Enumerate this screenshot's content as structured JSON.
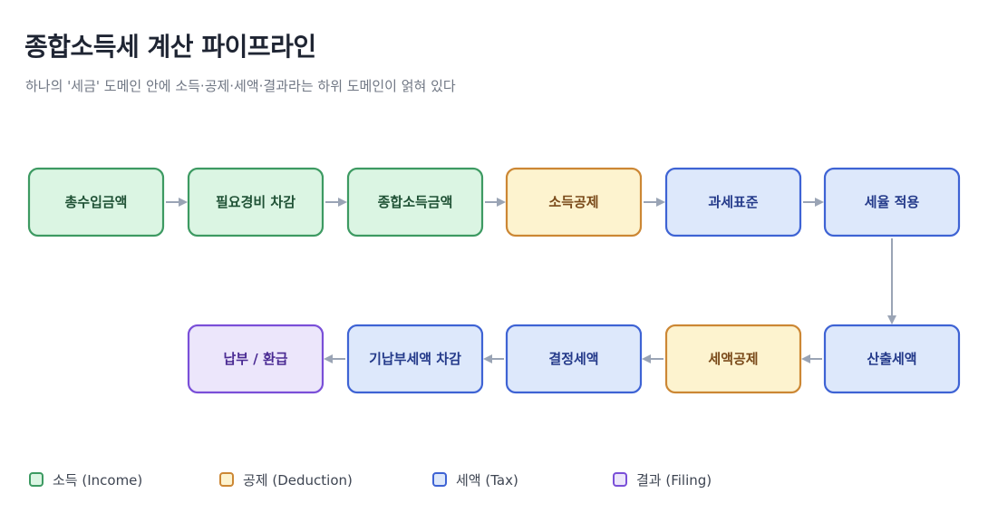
{
  "title": "종합소득세 계산 파이프라인",
  "subtitle": "하나의 '세금' 도메인 안에 소득·공제·세액·결과라는 하위 도메인이 얽혀 있다",
  "categories": {
    "income": {
      "fill": "#dbf5e3",
      "stroke": "#3d9a62",
      "text": "#1f5135"
    },
    "deduction": {
      "fill": "#fdf3cf",
      "stroke": "#cc8734",
      "text": "#7a4a1a"
    },
    "tax": {
      "fill": "#dde8fb",
      "stroke": "#3e63d4",
      "text": "#243a8a"
    },
    "filing": {
      "fill": "#ece6fb",
      "stroke": "#7a4fd8",
      "text": "#4a2a93"
    }
  },
  "nodes": [
    {
      "id": "n1",
      "label": "총수입금액",
      "category": "income"
    },
    {
      "id": "n2",
      "label": "필요경비 차감",
      "category": "income"
    },
    {
      "id": "n3",
      "label": "종합소득금액",
      "category": "income"
    },
    {
      "id": "n4",
      "label": "소득공제",
      "category": "deduction"
    },
    {
      "id": "n5",
      "label": "과세표준",
      "category": "tax"
    },
    {
      "id": "n6",
      "label": "세율 적용",
      "category": "tax"
    },
    {
      "id": "n7",
      "label": "산출세액",
      "category": "tax"
    },
    {
      "id": "n8",
      "label": "세액공제",
      "category": "deduction"
    },
    {
      "id": "n9",
      "label": "결정세액",
      "category": "tax"
    },
    {
      "id": "n10",
      "label": "기납부세액 차감",
      "category": "tax"
    },
    {
      "id": "n11",
      "label": "납부 / 환급",
      "category": "filing"
    }
  ],
  "edges": [
    [
      "n1",
      "n2"
    ],
    [
      "n2",
      "n3"
    ],
    [
      "n3",
      "n4"
    ],
    [
      "n4",
      "n5"
    ],
    [
      "n5",
      "n6"
    ],
    [
      "n6",
      "n7"
    ],
    [
      "n7",
      "n8"
    ],
    [
      "n8",
      "n9"
    ],
    [
      "n9",
      "n10"
    ],
    [
      "n10",
      "n11"
    ]
  ],
  "legend": [
    {
      "label": "소득 (Income)",
      "category": "income"
    },
    {
      "label": "공제 (Deduction)",
      "category": "deduction"
    },
    {
      "label": "세액 (Tax)",
      "category": "tax"
    },
    {
      "label": "결과 (Filing)",
      "category": "filing"
    }
  ]
}
